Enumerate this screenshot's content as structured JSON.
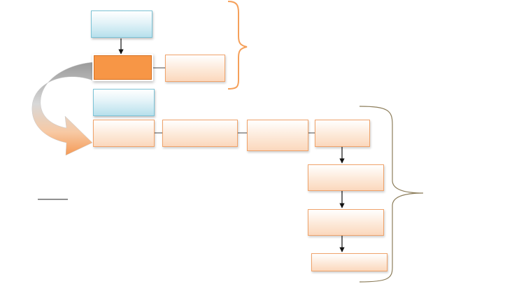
{
  "diagram": {
    "nodes": [
      {
        "id": "blue-top",
        "label": ""
      },
      {
        "id": "orange",
        "label": ""
      },
      {
        "id": "peach-side",
        "label": ""
      },
      {
        "id": "blue-mid",
        "label": ""
      },
      {
        "id": "row-1",
        "label": ""
      },
      {
        "id": "row-2",
        "label": ""
      },
      {
        "id": "row-3",
        "label": ""
      },
      {
        "id": "row-4",
        "label": ""
      },
      {
        "id": "col-1",
        "label": ""
      },
      {
        "id": "col-2",
        "label": ""
      },
      {
        "id": "col-3",
        "label": ""
      }
    ],
    "colors": {
      "blue_border": "#7cc3d6",
      "orange_fill": "#f79646",
      "peach_border": "#f0a36a",
      "brace_orange": "#f5a05a",
      "brace_olive": "#8c7d5a"
    }
  }
}
